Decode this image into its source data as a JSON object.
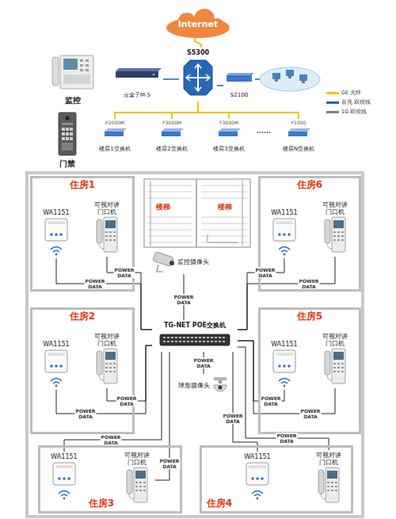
{
  "diagram": {
    "nodes": [
      {
        "text": [
          "Internet"
        ]
      },
      {
        "text": [
          "监控"
        ]
      },
      {
        "text": [
          "门禁"
        ]
      },
      {
        "text": [
          "云盒子M-5"
        ]
      },
      {
        "text": [
          "S5300"
        ]
      },
      {
        "text": [
          "S2100"
        ]
      },
      {
        "text": [
          "F2000M",
          "楼层1交换机"
        ]
      },
      {
        "text": [
          "F3000M",
          "楼层2交换机"
        ]
      },
      {
        "text": [
          "F3000M",
          "楼层3交换机"
        ]
      },
      {
        "text": [
          "F1000",
          "楼层N交换机"
        ]
      },
      {
        "text": [
          "住房1"
        ]
      },
      {
        "text": [
          "WA1151"
        ],
        "in": 10
      },
      {
        "text": [
          "可视对讲门口机"
        ],
        "in": 10
      },
      {
        "text": [
          "住房6"
        ]
      },
      {
        "text": [
          "WA1151"
        ],
        "in": 13
      },
      {
        "text": [
          "可视对讲门口机"
        ],
        "in": 13
      },
      {
        "text": [
          "监控摄像头"
        ]
      },
      {
        "text": [
          "TG-NET POE交换机"
        ]
      },
      {
        "text": [
          "住房2"
        ]
      },
      {
        "text": [
          "WA1151"
        ],
        "in": 18
      },
      {
        "text": [
          "可视对讲门口机"
        ],
        "in": 18
      },
      {
        "text": [
          "住房5"
        ]
      },
      {
        "text": [
          "WA1151"
        ],
        "in": 21
      },
      {
        "text": [
          "可视对讲门口机"
        ],
        "in": 21
      },
      {
        "text": [
          "球形摄像头"
        ]
      },
      {
        "text": [
          "住房3"
        ]
      },
      {
        "text": [
          "WA1151"
        ],
        "in": 25
      },
      {
        "text": [
          "可视对讲门口机"
        ],
        "in": 25
      },
      {
        "text": [
          "住房4"
        ]
      },
      {
        "text": [
          "WA1151"
        ],
        "in": 28
      },
      {
        "text": [
          "可视对讲门口机"
        ],
        "in": 28
      }
    ],
    "edges": [
      {
        "from": 0,
        "to": 4,
        "arrow": "none"
      },
      {
        "from": 3,
        "to": 4,
        "arrow": "none"
      },
      {
        "from": 4,
        "to": 5,
        "arrow": "none"
      },
      {
        "from": 4,
        "to": 6,
        "arrow": "none"
      },
      {
        "from": 4,
        "to": 7,
        "arrow": "none"
      },
      {
        "from": 4,
        "to": 8,
        "arrow": "none"
      },
      {
        "from": 4,
        "to": 9,
        "arrow": "none"
      },
      {
        "from": 17,
        "to": 11,
        "label": "POWER DATA",
        "arrow": "none"
      },
      {
        "from": 17,
        "to": 12,
        "label": "POWER DATA",
        "arrow": "none"
      },
      {
        "from": 17,
        "to": 14,
        "label": "POWER DATA",
        "arrow": "none"
      },
      {
        "from": 17,
        "to": 15,
        "label": "POWER DATA",
        "arrow": "none"
      },
      {
        "from": 17,
        "to": 16,
        "label": "POWER DATA",
        "arrow": "none"
      },
      {
        "from": 17,
        "to": 19,
        "label": "POWER DATA",
        "arrow": "none"
      },
      {
        "from": 17,
        "to": 20,
        "label": "POWER DATA",
        "arrow": "none"
      },
      {
        "from": 17,
        "to": 22,
        "label": "POWER DATA",
        "arrow": "none"
      },
      {
        "from": 17,
        "to": 23,
        "label": "POWER DATA",
        "arrow": "none"
      },
      {
        "from": 17,
        "to": 24,
        "label": "POWER DATA",
        "arrow": "none"
      },
      {
        "from": 17,
        "to": 26,
        "label": "POWER DATA",
        "arrow": "none"
      },
      {
        "from": 17,
        "to": 27,
        "label": "POWER DATA",
        "arrow": "none"
      },
      {
        "from": 17,
        "to": 29,
        "label": "POWER DATA",
        "arrow": "none"
      },
      {
        "from": 17,
        "to": 30,
        "label": "POWER DATA",
        "arrow": "none"
      }
    ],
    "labels": [
      "楼梯",
      "楼梯",
      "......"
    ],
    "legend": [
      {
        "text": "GE 光纤",
        "color": "#f2c200"
      },
      {
        "text": "百兆 双绞线",
        "color": "#1f5fbf"
      },
      {
        "text": "1G 双绞线",
        "color": "#7f7f7f"
      }
    ]
  }
}
